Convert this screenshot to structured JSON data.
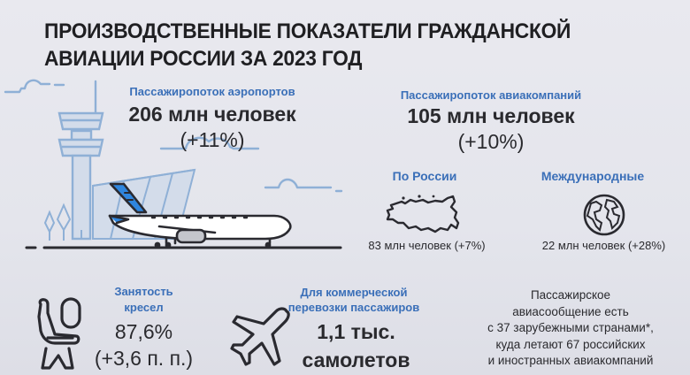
{
  "title": {
    "line1": "ПРОИЗВОДСТВЕННЫЕ ПОКАЗАТЕЛИ ГРАЖДАНСКОЙ",
    "line2": "АВИАЦИИ РОССИИ ЗА 2023 ГОД"
  },
  "airports": {
    "label": "Пассажиропоток аэропортов",
    "value": "206 млн человек",
    "change": "(+11%)"
  },
  "airlines": {
    "label": "Пассажиропоток авиакомпаний",
    "value": "105 млн человек",
    "change": "(+10%)",
    "domestic": {
      "label": "По России",
      "value": "83 млн человек (+7%)",
      "icon": "russia-map-icon"
    },
    "international": {
      "label": "Международные",
      "value": "22 млн человек (+28%)",
      "icon": "globe-icon"
    }
  },
  "seat_occupancy": {
    "label_line1": "Занятость",
    "label_line2": "кресел",
    "value": "87,6%",
    "change": "(+3,6 п. п.)",
    "icon": "seat-icon"
  },
  "fleet": {
    "label_line1": "Для коммерческой",
    "label_line2": "перевозки пассажиров",
    "value_line1": "1,1 тыс.",
    "value_line2": "самолетов",
    "icon": "airplane-icon"
  },
  "international_service": {
    "lines": [
      "Пассажирское",
      "авиасообщение есть",
      "с 37 зарубежными странами*,",
      "куда летают 67 российских",
      "и иностранных авиакомпаний"
    ]
  },
  "colors": {
    "accent_blue": "#3a6fb8",
    "illustration_blue": "#8fb0d6",
    "tail_blue": "#2f86de",
    "text_dark": "#2a2a2e"
  }
}
